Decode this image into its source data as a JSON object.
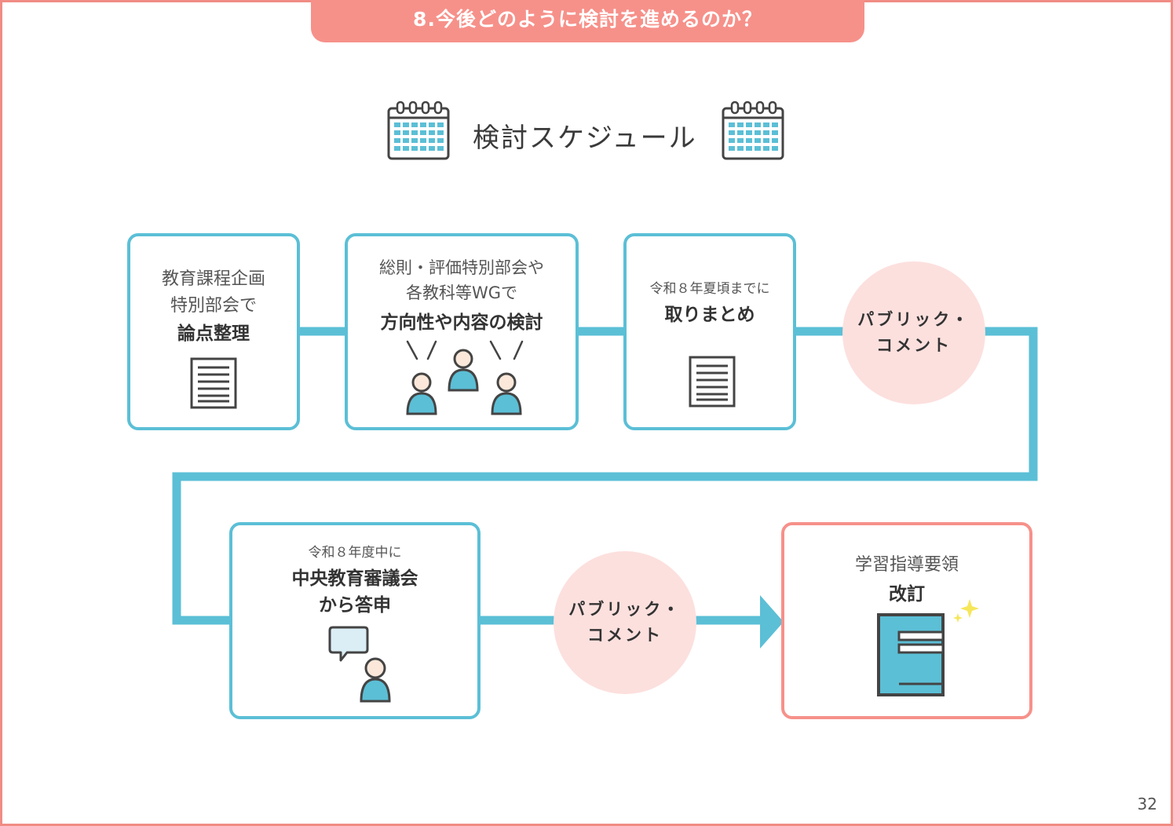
{
  "header": {
    "title": "8.今後どのように検討を進めるのか？"
  },
  "schedule": {
    "title": "検討スケジュール"
  },
  "steps": [
    {
      "line1": "教育課程企画",
      "line2": "特別部会で",
      "emphasis": "論点整理"
    },
    {
      "line1": "総則・評価特別部会や",
      "line2": "各教科等WGで",
      "emphasis": "方向性や内容の検討"
    },
    {
      "note": "令和８年夏頃までに",
      "emphasis": "取りまとめ"
    },
    {
      "note": "令和８年度中に",
      "emphasis1": "中央教育審議会",
      "emphasis2": "から答申"
    },
    {
      "line1": "学習指導要領",
      "emphasis": "改訂"
    }
  ],
  "public_comment": {
    "line1": "パブリック・",
    "line2": "コメント"
  },
  "page_number": "32",
  "colors": {
    "accent_blue": "#5bbfd6",
    "accent_pink": "#f6918a",
    "circle_fill": "#fce0de"
  },
  "icons": [
    "calendar-icon",
    "document-icon",
    "people-discussion-icon",
    "speaker-icon",
    "book-icon",
    "sparkle-icon"
  ]
}
